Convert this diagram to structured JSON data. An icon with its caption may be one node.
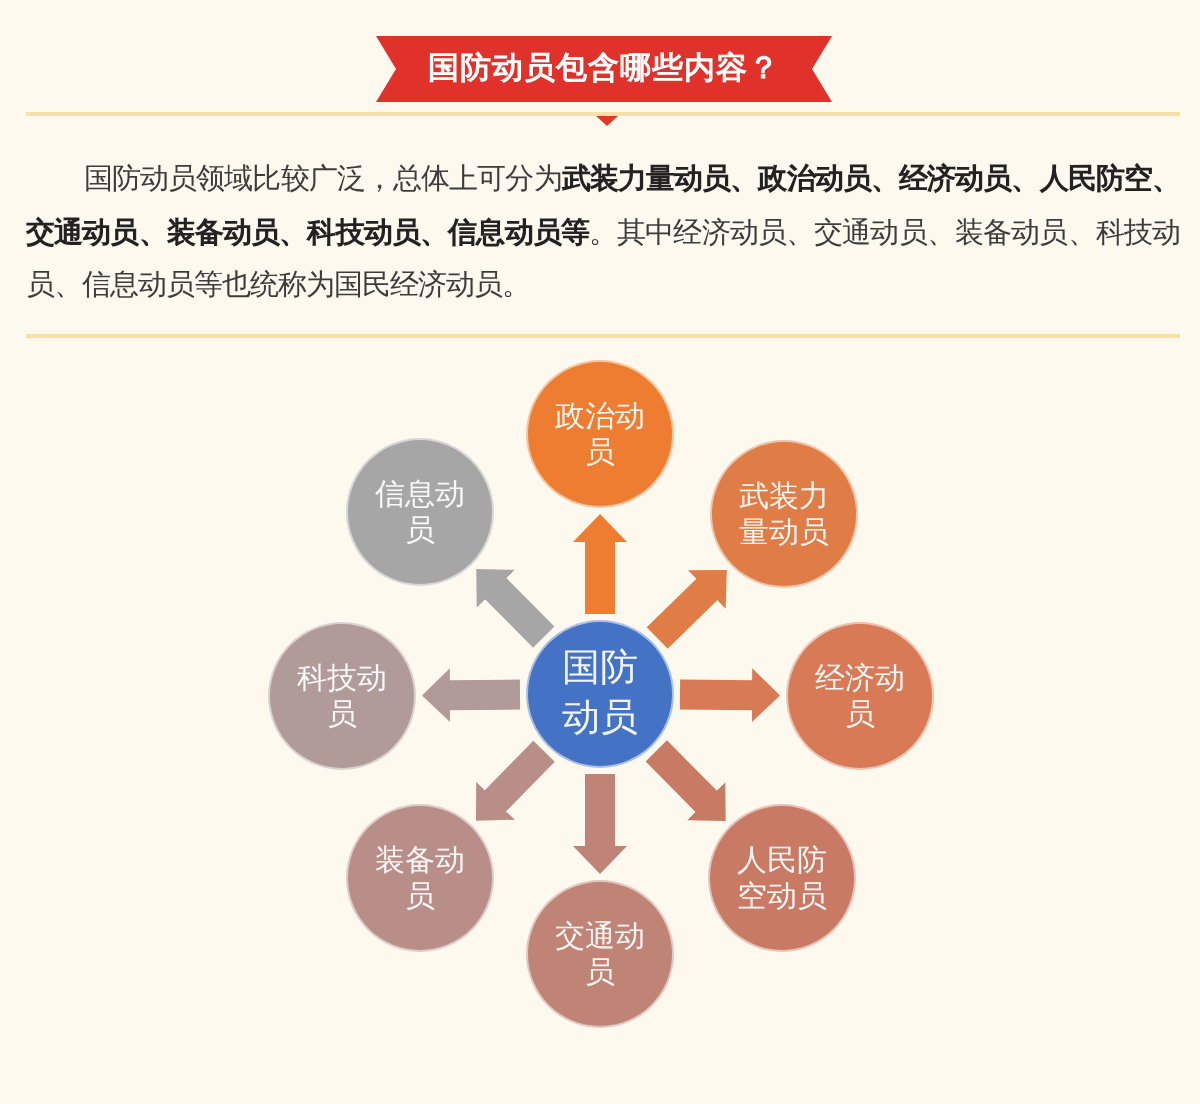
{
  "diagram": {
    "title": "国防动员包含哪些内容？",
    "nodes": [
      {
        "text": [
          "国防动员"
        ]
      },
      {
        "text": [
          "政治动员"
        ]
      },
      {
        "text": [
          "武装力量动员"
        ]
      },
      {
        "text": [
          "经济动员"
        ]
      },
      {
        "text": [
          "人民防空动员"
        ]
      },
      {
        "text": [
          "交通动员"
        ]
      },
      {
        "text": [
          "装备动员"
        ]
      },
      {
        "text": [
          "科技动员"
        ]
      },
      {
        "text": [
          "信息动员"
        ]
      }
    ],
    "edges": [
      {
        "from": 0,
        "to": 1,
        "arrow": "to",
        "color": "#ee7d31"
      },
      {
        "from": 0,
        "to": 2,
        "arrow": "to",
        "color": "#e07c45"
      },
      {
        "from": 0,
        "to": 3,
        "arrow": "to",
        "color": "#d97a56"
      },
      {
        "from": 0,
        "to": 4,
        "arrow": "to",
        "color": "#c97a64"
      },
      {
        "from": 0,
        "to": 5,
        "arrow": "to",
        "color": "#c08476"
      },
      {
        "from": 0,
        "to": 6,
        "arrow": "to",
        "color": "#b98e89"
      },
      {
        "from": 0,
        "to": 7,
        "arrow": "to",
        "color": "#b09b98"
      },
      {
        "from": 0,
        "to": 8,
        "arrow": "to",
        "color": "#a6a6a6"
      }
    ],
    "labels": [
      "国防动员领域比较广泛，总体上可分为**武装力量动员、政治动员、经济动员、人民防空、交通动员、装备动员、科技动员、信息动员等**。其中经济动员、交通动员、装备动员、科技动员、信息动员等也统称为国民经济动员。"
    ]
  }
}
